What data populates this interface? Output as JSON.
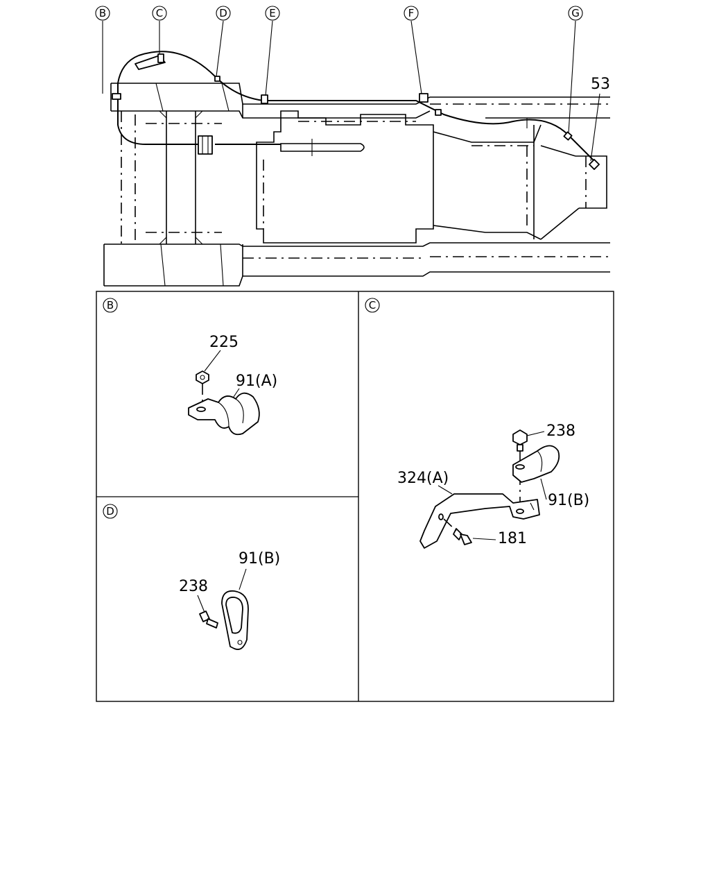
{
  "callouts": {
    "b": "B",
    "c": "C",
    "d": "D",
    "e": "E",
    "f": "F",
    "g": "G",
    "part_53": "53"
  },
  "panels": {
    "b": {
      "letter": "B",
      "part_225": "225",
      "part_91a": "91(A)"
    },
    "c": {
      "letter": "C",
      "part_238": "238",
      "part_324a": "324(A)",
      "part_91b": "91(B)",
      "part_181": "181"
    },
    "d": {
      "letter": "D",
      "part_91b": "91(B)",
      "part_238": "238"
    }
  }
}
